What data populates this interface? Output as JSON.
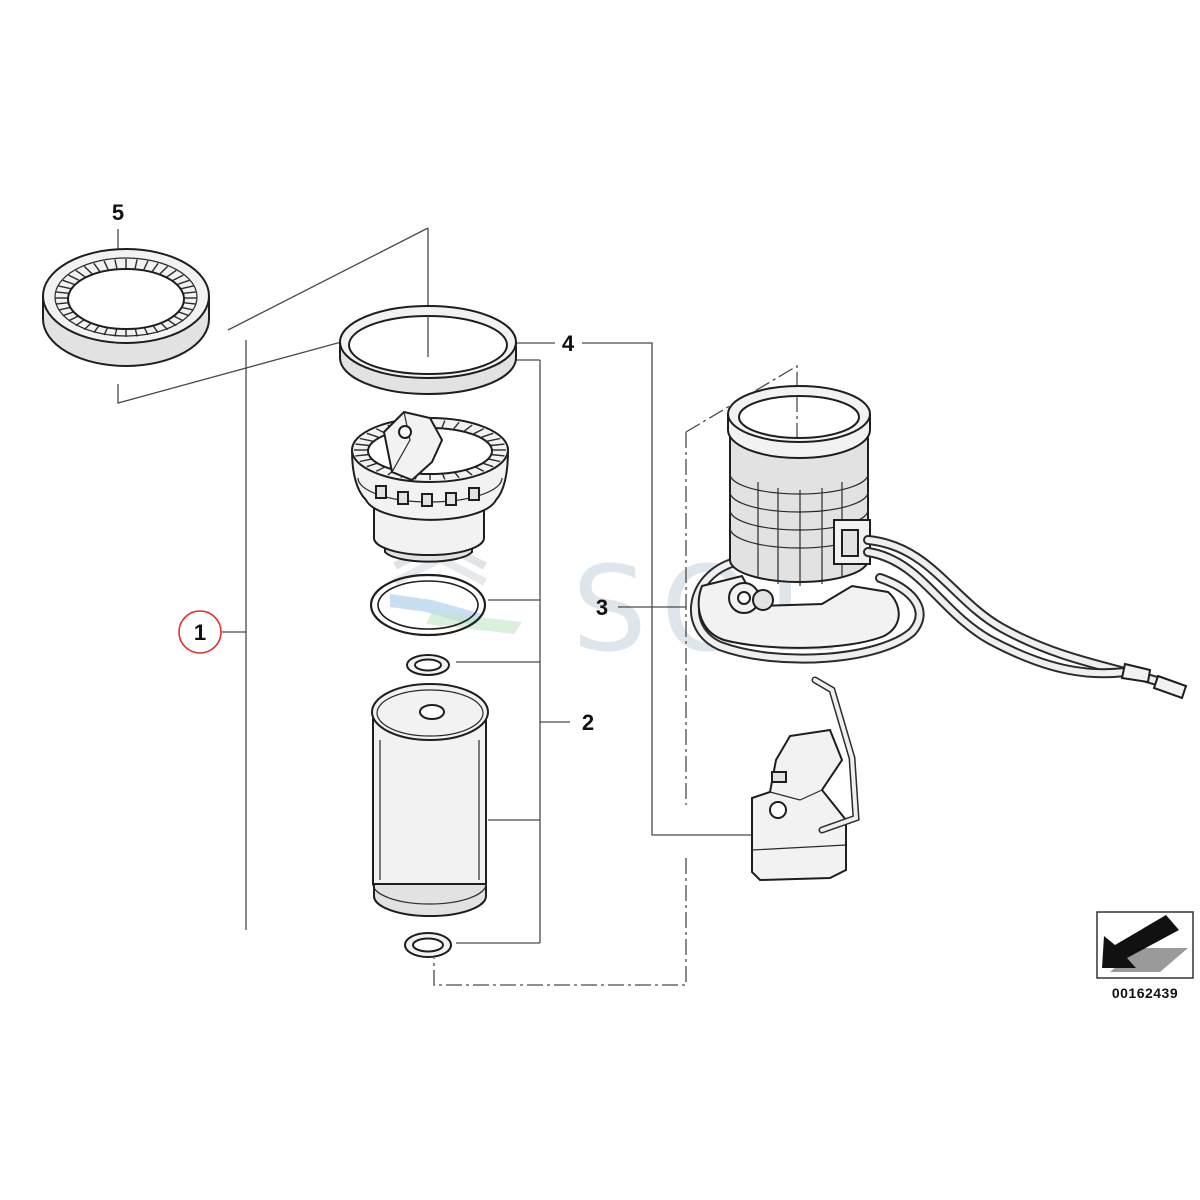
{
  "callouts": [
    {
      "label": "1"
    },
    {
      "label": "2"
    },
    {
      "label": "3"
    },
    {
      "label": "4"
    },
    {
      "label": "5"
    }
  ],
  "diagram_number": "00162439",
  "watermark": {
    "text": "SOL"
  },
  "colors": {
    "line": "#4a4a4a",
    "callout_circle": "#e0302f",
    "watermark": "#b7c8d6"
  }
}
